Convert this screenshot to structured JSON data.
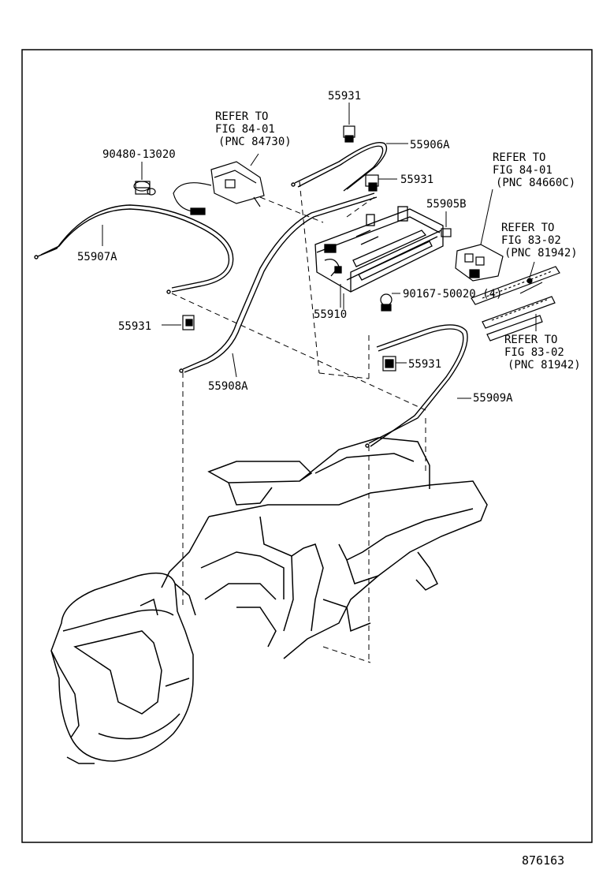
{
  "figure_number": "876163",
  "callouts": {
    "p55931_top": "55931",
    "p55906A": "55906A",
    "p55931_mid": "55931",
    "p55905B": "55905B",
    "p90167": "90167-50020 (4)",
    "p55910": "55910",
    "p55931_right": "55931",
    "p55909A": "55909A",
    "p55908A": "55908A",
    "p55931_left": "55931",
    "p55907A": "55907A",
    "p90480": "90480-13020"
  },
  "references": {
    "ref_84730": {
      "line1": "REFER TO",
      "line2": "FIG 84-01",
      "line3": "(PNC 84730)"
    },
    "ref_84660C": {
      "line1": "REFER TO",
      "line2": "FIG 84-01",
      "line3": "(PNC 84660C)"
    },
    "ref_81942_a": {
      "line1": "REFER TO",
      "line2": "FIG 83-02",
      "line3": "(PNC 81942)"
    },
    "ref_81942_b": {
      "line1": "REFER TO",
      "line2": "FIG 83-02",
      "line3": "(PNC 81942)"
    }
  }
}
